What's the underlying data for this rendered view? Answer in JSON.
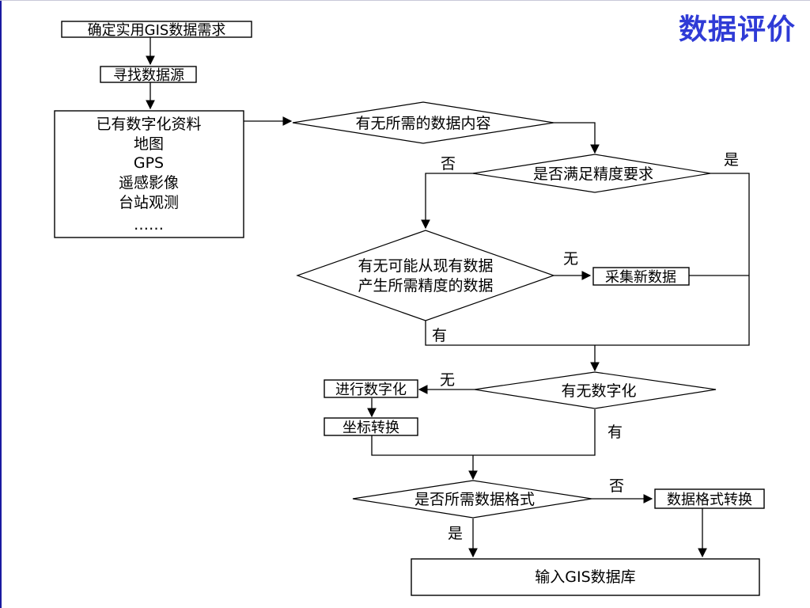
{
  "slide": {
    "title": "数据评价"
  },
  "nodes": {
    "determine": "确定实用GIS数据需求",
    "find_source": "寻找数据源",
    "sources": [
      "已有数字化资料",
      "地图",
      "GPS",
      "遥感影像",
      "台站观测",
      "……"
    ],
    "has_content": "有无所需的数据内容",
    "meets_precision": "是否满足精度要求",
    "can_derive": [
      "有无可能从现有数据",
      "产生所需精度的数据"
    ],
    "collect_new": "采集新数据",
    "is_digitized": "有无数字化",
    "do_digitize": "进行数字化",
    "coord_transform": "坐标转换",
    "is_format": "是否所需数据格式",
    "format_convert": "数据格式转换",
    "input_db": "输入GIS数据库"
  },
  "edge_labels": {
    "no_precision": "否",
    "yes_precision": "是",
    "none_derive": "无",
    "have_derive": "有",
    "none_digitized": "无",
    "have_digitized": "有",
    "no_format": "否",
    "yes_format": "是"
  }
}
